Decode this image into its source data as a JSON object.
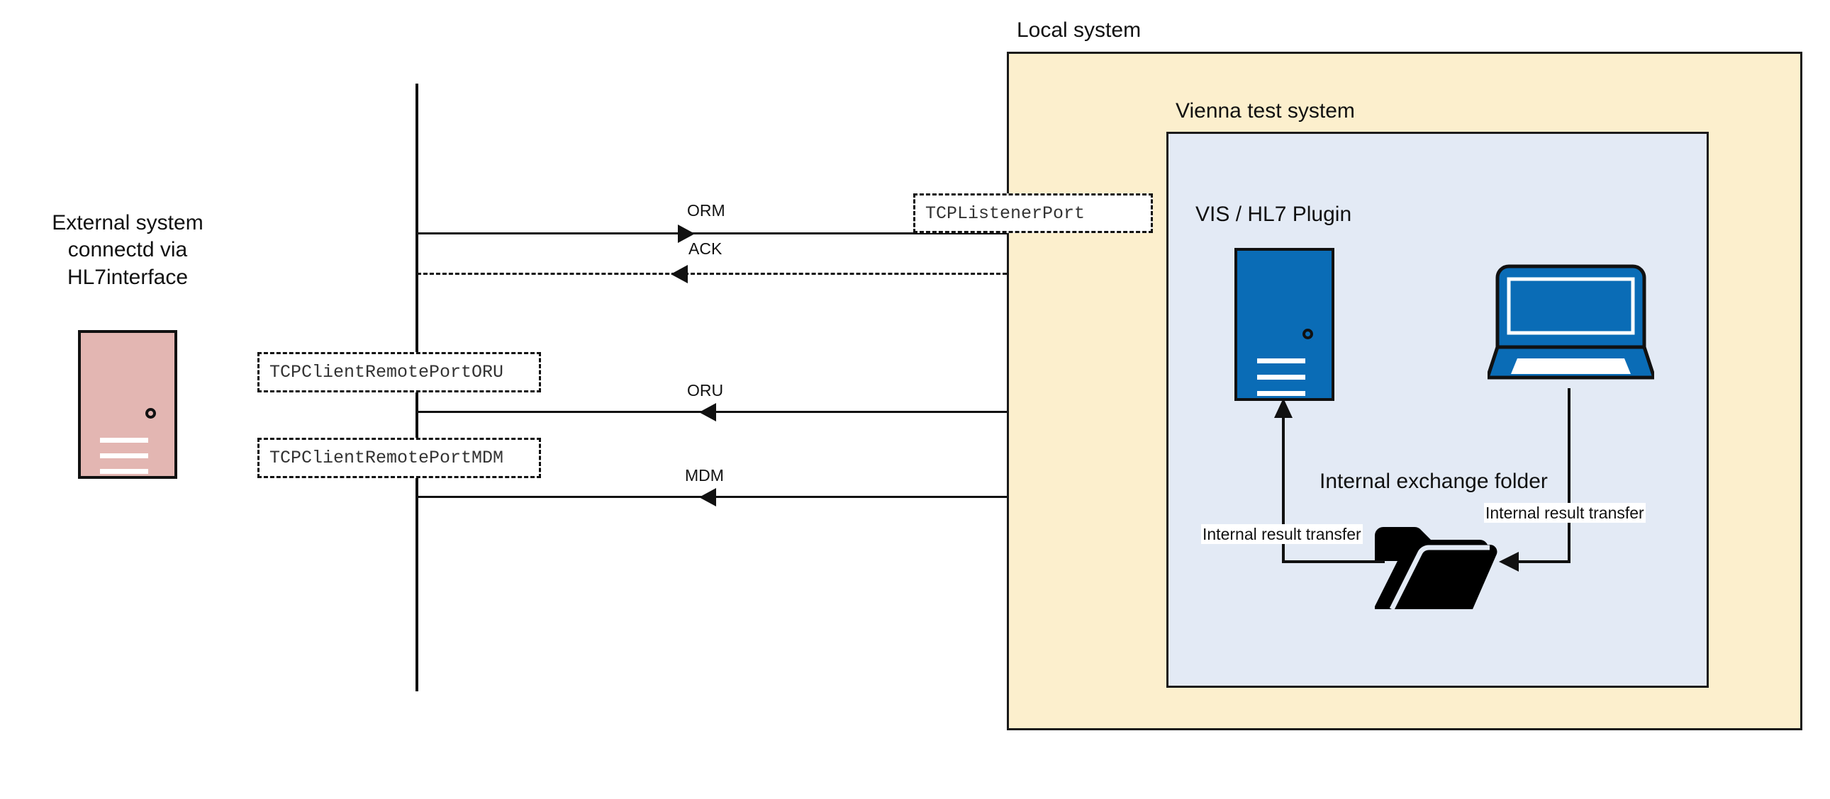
{
  "diagram": {
    "title_external": "External system\nconnectd via\nHL7interface",
    "external_caption_lines": [
      "External system",
      "connectd via",
      "HL7interface"
    ],
    "containers": [
      {
        "name": "local-system",
        "label": "Local system",
        "fill": "#FCEFCD",
        "stroke": "#1a1a1a"
      },
      {
        "name": "vienna-test-system",
        "label": "Vienna test system",
        "fill": "#E3EAF5",
        "stroke": "#1a1a1a"
      }
    ],
    "nodes": [
      {
        "name": "external-server",
        "icon": "server-icon",
        "fill": "#E3B6B2"
      },
      {
        "name": "vis-hl7-plugin-server",
        "label": "VIS / HL7 Plugin",
        "icon": "server-icon",
        "fill": "#0A6CB6"
      },
      {
        "name": "workstation-laptop",
        "icon": "laptop-icon",
        "fill": "#0A6CB6"
      },
      {
        "name": "internal-exchange-folder",
        "label": "Internal exchange folder",
        "icon": "folder-icon",
        "fill": "#000000"
      }
    ],
    "messages": [
      {
        "name": "orm",
        "label": "ORM",
        "direction": "right",
        "style": "solid"
      },
      {
        "name": "ack",
        "label": "ACK",
        "direction": "left",
        "style": "dashed"
      },
      {
        "name": "oru",
        "label": "ORU",
        "direction": "left",
        "style": "solid"
      },
      {
        "name": "mdm",
        "label": "MDM",
        "direction": "left",
        "style": "solid"
      }
    ],
    "ports": [
      {
        "name": "tcp-listener-port",
        "label": "TCPListenerPort"
      },
      {
        "name": "tcp-client-remote-port-oru",
        "label": "TCPClientRemotePortORU"
      },
      {
        "name": "tcp-client-remote-port-mdm",
        "label": "TCPClientRemotePortMDM"
      }
    ],
    "internal_transfers": [
      {
        "name": "internal-result-transfer-folder-to-server",
        "label": "Internal result transfer"
      },
      {
        "name": "internal-result-transfer-laptop-to-folder",
        "label": "Internal result transfer"
      }
    ]
  }
}
